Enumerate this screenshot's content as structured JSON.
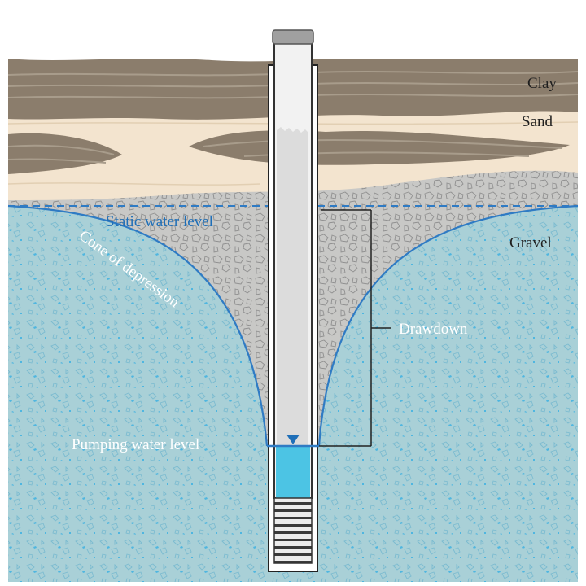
{
  "labels": {
    "clay": "Clay",
    "sand": "Sand",
    "gravel": "Gravel",
    "static_water_level": "Static water level",
    "cone_of_depression": "Cone of depression",
    "drawdown": "Drawdown",
    "pumping_water_level": "Pumping water level"
  },
  "colors": {
    "clay": "#8b7d6c",
    "clay_stripe": "#a69a89",
    "sand": "#f3e4cf",
    "gravel": "#c5c5c3",
    "water": "#a7cfd6",
    "water_fleck": "#5fb8dd",
    "water_line": "#2f7bc4",
    "well_water": "#4cc4e4",
    "casing": "#f2f2f2",
    "outline": "#222222"
  }
}
